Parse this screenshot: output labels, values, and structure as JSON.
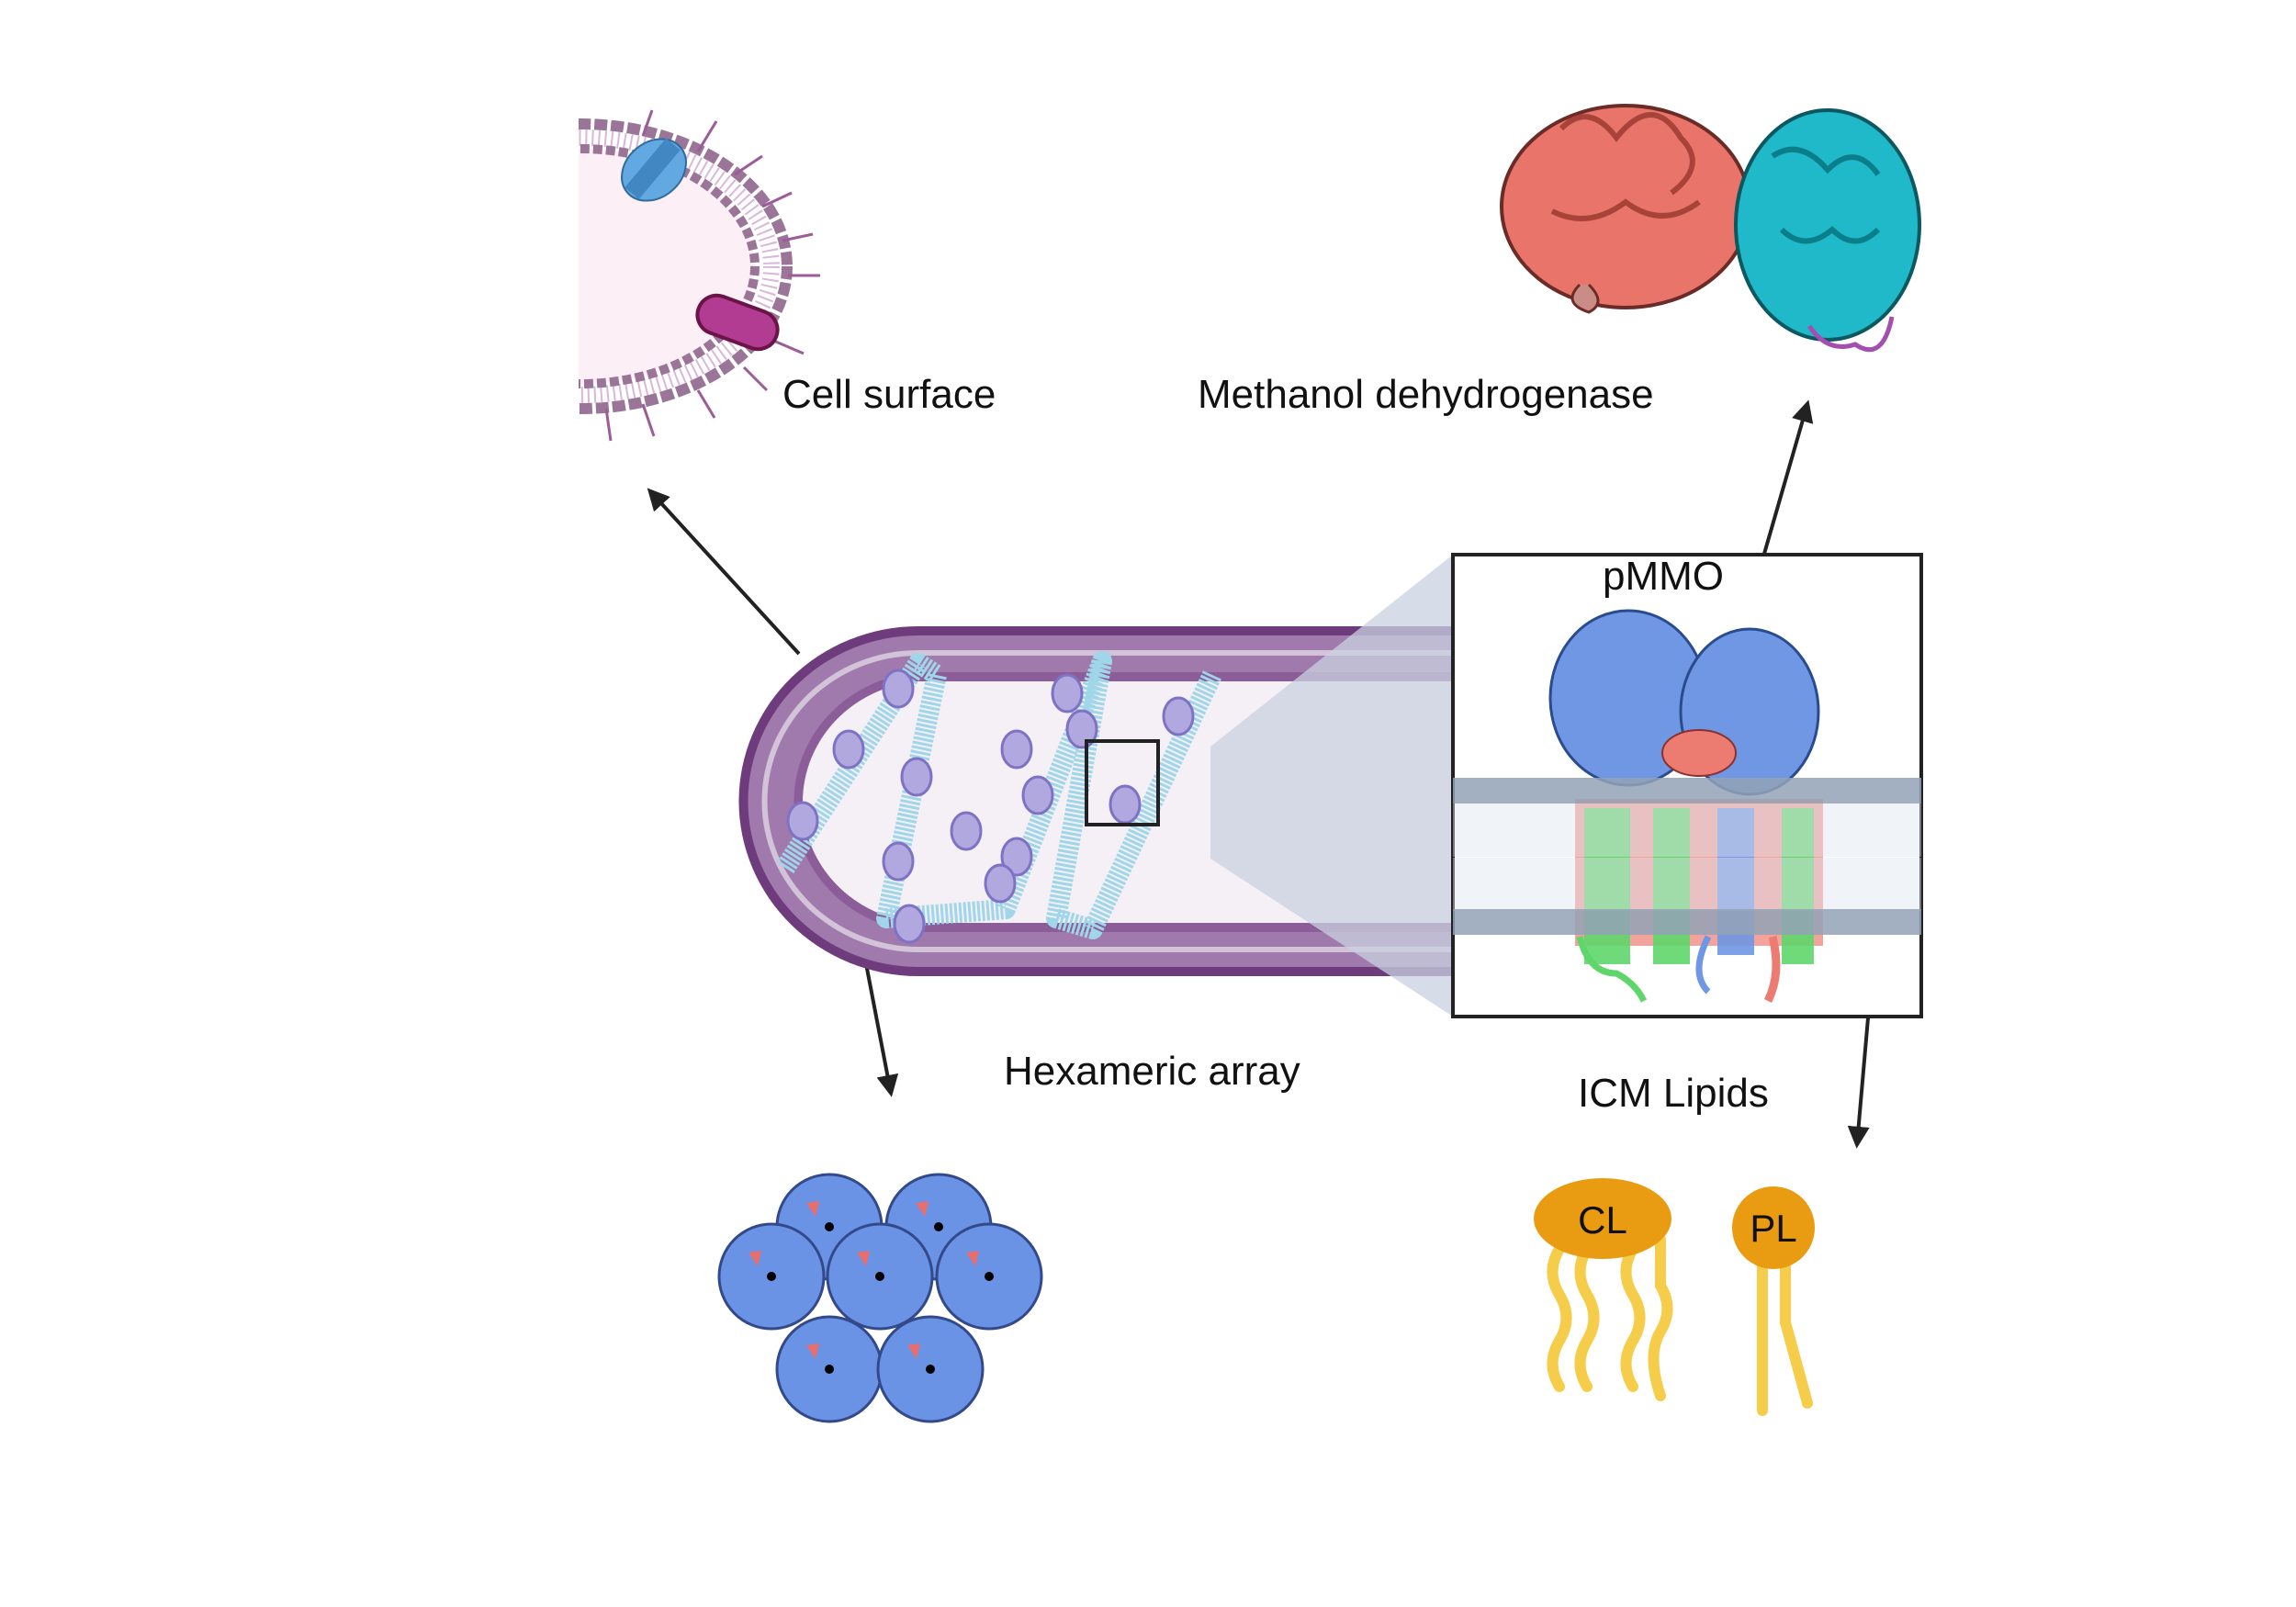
{
  "diagram": {
    "labels": {
      "cell_surface": "Cell surface",
      "methanol_dehydrogenase": "Methanol dehydrogenase",
      "pmmo": "pMMO",
      "hexameric_array": "Hexameric array",
      "icm_lipids": "ICM Lipids",
      "cardiolipin": "CL",
      "phospholipid": "PL"
    },
    "colors": {
      "cell_envelope": "#6e3b7c",
      "cell_envelope_mid": "#a17aad",
      "cytoplasm": "#f5f0f6",
      "membrane_coil": "#9fd6ea",
      "pmmo_complex": "#b0a8de",
      "zoom_wedge": "#d6dce7",
      "bilayer_head": "#93a2b6",
      "pmmo_blue": "#6f97e3",
      "pmmo_red": "#ec7c72",
      "pmmo_green": "#5ed66a",
      "mdh_salmon": "#e8746a",
      "mdh_teal": "#1fb9c9",
      "hexamer_blue": "#6a93e6",
      "lipid_head": "#e99b12",
      "lipid_tail": "#f6cd4b",
      "vesicle_head": "#9b7598",
      "vesicle_inner": "#fcf0f6",
      "channel_blue": "#62a9e2",
      "peripheral_protein": "#b33c93"
    }
  }
}
